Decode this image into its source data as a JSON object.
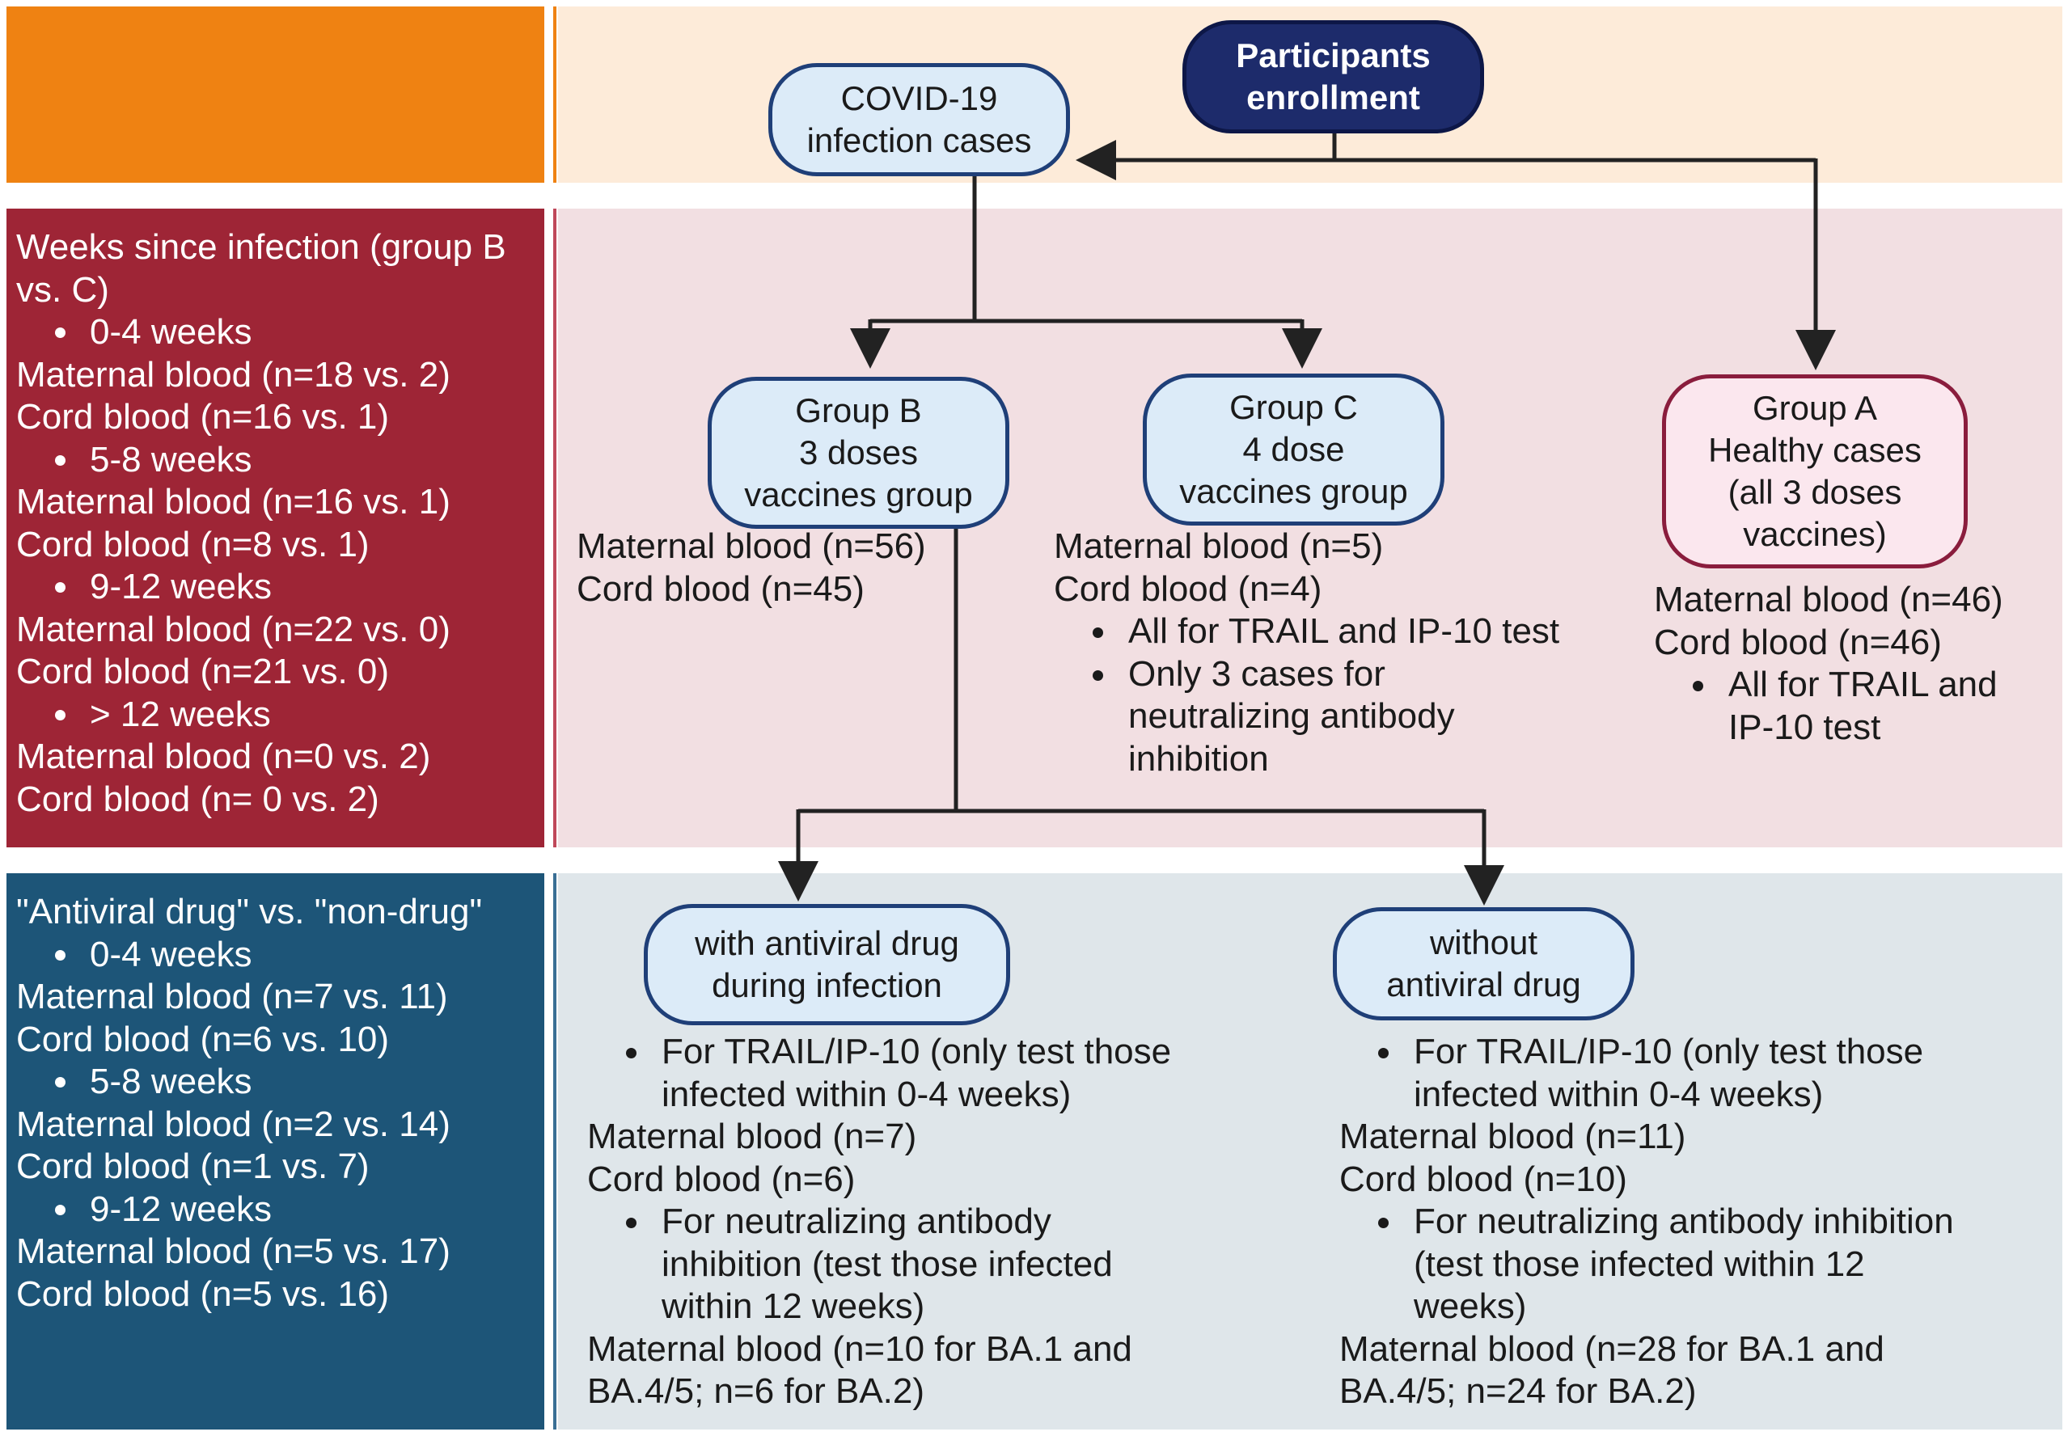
{
  "colors": {
    "orange": "#ef8212",
    "crimson": "#9e2536",
    "steel_blue": "#1d5578",
    "top_band_bg": "#fdebd9",
    "mid_band_bg": "#f2dfe2",
    "bottom_band_bg": "#dfe6ea",
    "node_blue_fill": "#dcebf8",
    "node_blue_border": "#1f3f78",
    "node_pink_fill": "#fbe7ee",
    "node_pink_border": "#8a1d3d",
    "node_navy": "#1d2b6b"
  },
  "weeks_panel": {
    "title_line1": "Weeks since infection (group B",
    "title_line2": "vs. C)",
    "w1": "0-4 weeks",
    "w1_maternal": "Maternal blood (n=18 vs. 2)",
    "w1_cord": "Cord blood (n=16 vs. 1)",
    "w2": "5-8 weeks",
    "w2_maternal": "Maternal blood (n=16 vs. 1)",
    "w2_cord": "Cord blood (n=8 vs. 1)",
    "w3": "9-12 weeks",
    "w3_maternal": "Maternal blood (n=22 vs. 0)",
    "w3_cord": "Cord blood (n=21 vs. 0)",
    "w4": "> 12 weeks",
    "w4_maternal": "Maternal blood (n=0 vs. 2)",
    "w4_cord": "Cord blood (n= 0 vs. 2)"
  },
  "antiviral_panel": {
    "title": "\"Antiviral drug\" vs. \"non-drug\"",
    "w1": "0-4 weeks",
    "w1_maternal": "Maternal blood (n=7 vs. 11)",
    "w1_cord": "Cord blood (n=6 vs. 10)",
    "w2": "5-8 weeks",
    "w2_maternal": "Maternal blood (n=2 vs. 14)",
    "w2_cord": "Cord blood (n=1 vs. 7)",
    "w3": "9-12 weeks",
    "w3_maternal": "Maternal blood (n=5 vs. 17)",
    "w3_cord": "Cord blood (n=5 vs. 16)"
  },
  "nodes": {
    "enrollment_l1": "Participants",
    "enrollment_l2": "enrollment",
    "covid_l1": "COVID-19",
    "covid_l2": "infection cases",
    "group_b_l1": "Group B",
    "group_b_l2": "3 doses",
    "group_b_l3": "vaccines group",
    "group_c_l1": "Group C",
    "group_c_l2": "4 dose",
    "group_c_l3": "vaccines group",
    "group_a_l1": "Group A",
    "group_a_l2": "Healthy cases",
    "group_a_l3": "(all 3 doses",
    "group_a_l4": "vaccines)",
    "with_l1": "with antiviral drug",
    "with_l2": "during infection",
    "without_l1": "without",
    "without_l2": "antiviral drug"
  },
  "group_b_info": {
    "maternal": "Maternal blood (n=56)",
    "cord": "Cord blood (n=45)"
  },
  "group_c_info": {
    "maternal": "Maternal blood (n=5)",
    "cord": "Cord blood (n=4)",
    "b1": "All for TRAIL and IP-10 test",
    "b2_l1": "Only 3 cases for",
    "b2_l2": "neutralizing antibody",
    "b2_l3": "inhibition"
  },
  "group_a_info": {
    "maternal": "Maternal blood (n=46)",
    "cord": "Cord blood (n=46)",
    "b1_l1": "All for TRAIL and",
    "b1_l2": "IP-10 test"
  },
  "with_info": {
    "b1_l1": "For TRAIL/IP-10 (only test those",
    "b1_l2": "infected within 0-4 weeks)",
    "maternal": "Maternal blood (n=7)",
    "cord": "Cord blood (n=6)",
    "b2_l1": "For neutralizing antibody",
    "b2_l2": "inhibition (test those infected",
    "b2_l3": "within 12 weeks)",
    "ba_l1": "Maternal blood (n=10 for BA.1 and",
    "ba_l2": "BA.4/5; n=6 for BA.2)"
  },
  "without_info": {
    "b1_l1": "For TRAIL/IP-10 (only test those",
    "b1_l2": "infected within 0-4 weeks)",
    "maternal": "Maternal blood (n=11)",
    "cord": "Cord blood (n=10)",
    "b2_l1": "For neutralizing antibody inhibition",
    "b2_l2": "(test those infected within 12",
    "b2_l3": "weeks)",
    "ba_l1": "Maternal blood (n=28 for BA.1 and",
    "ba_l2": "BA.4/5; n=24 for BA.2)"
  }
}
